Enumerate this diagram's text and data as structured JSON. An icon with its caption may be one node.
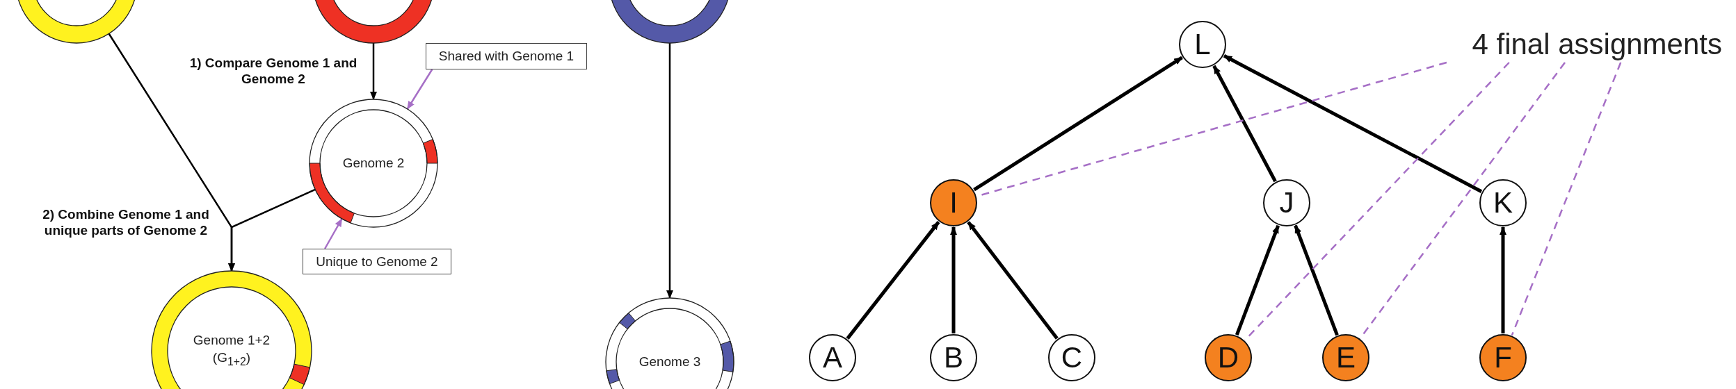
{
  "diagram": {
    "nodes": [
      {
        "text": [],
        "shape": "circle"
      },
      {
        "text": [],
        "shape": "circle"
      },
      {
        "text": [],
        "shape": "circle"
      },
      {
        "text": [
          "Shared with Genome 1"
        ]
      },
      {
        "text": [
          "Genome 2"
        ]
      },
      {
        "text": [
          "Unique to Genome 2"
        ]
      },
      {
        "text": [
          "Genome 1+2 (G$_{1+2}$)"
        ]
      },
      {
        "text": [
          "Genome 3"
        ]
      },
      {
        "text": [
          "L"
        ]
      },
      {
        "text": [
          "4 final assignments"
        ]
      },
      {
        "text": [
          "I"
        ]
      },
      {
        "text": [
          "J"
        ]
      },
      {
        "text": [
          "K"
        ]
      },
      {
        "text": [
          "A"
        ]
      },
      {
        "text": [
          "B"
        ]
      },
      {
        "text": [
          "C"
        ]
      },
      {
        "text": [
          "D"
        ]
      },
      {
        "text": [
          "E"
        ]
      },
      {
        "text": [
          "F"
        ]
      }
    ],
    "edges": [
      {
        "from": 1,
        "to": 4,
        "arrow": "to"
      },
      {
        "from": 0,
        "to": 6,
        "arrow": "to"
      },
      {
        "from": 4,
        "to": 6,
        "arrow": "to"
      },
      {
        "from": 3,
        "to": 4,
        "arrow": "to",
        "color": "#a66fc6"
      },
      {
        "from": 5,
        "to": 4,
        "arrow": "to",
        "color": "#a66fc6"
      },
      {
        "from": 2,
        "to": 7,
        "arrow": "to"
      },
      {
        "from": 10,
        "to": 8,
        "arrow": "to"
      },
      {
        "from": 11,
        "to": 8,
        "arrow": "to"
      },
      {
        "from": 12,
        "to": 8,
        "arrow": "to"
      },
      {
        "from": 13,
        "to": 10,
        "arrow": "to"
      },
      {
        "from": 14,
        "to": 10,
        "arrow": "to"
      },
      {
        "from": 15,
        "to": 10,
        "arrow": "to"
      },
      {
        "from": 16,
        "to": 11,
        "arrow": "to"
      },
      {
        "from": 17,
        "to": 11,
        "arrow": "to"
      },
      {
        "from": 18,
        "to": 12,
        "arrow": "to"
      },
      {
        "from": 9,
        "to": 10,
        "arrow": "none",
        "style": "dashed",
        "color": "#a66fc6"
      },
      {
        "from": 9,
        "to": 16,
        "arrow": "none",
        "style": "dashed",
        "color": "#a66fc6"
      },
      {
        "from": 9,
        "to": 17,
        "arrow": "none",
        "style": "dashed",
        "color": "#a66fc6"
      },
      {
        "from": 9,
        "to": 18,
        "arrow": "none",
        "style": "dashed",
        "color": "#a66fc6"
      }
    ],
    "labels": [
      "1) Compare Genome 1 and Genome 2",
      "2) Combine Genome 1 and unique parts of Genome 2"
    ]
  }
}
